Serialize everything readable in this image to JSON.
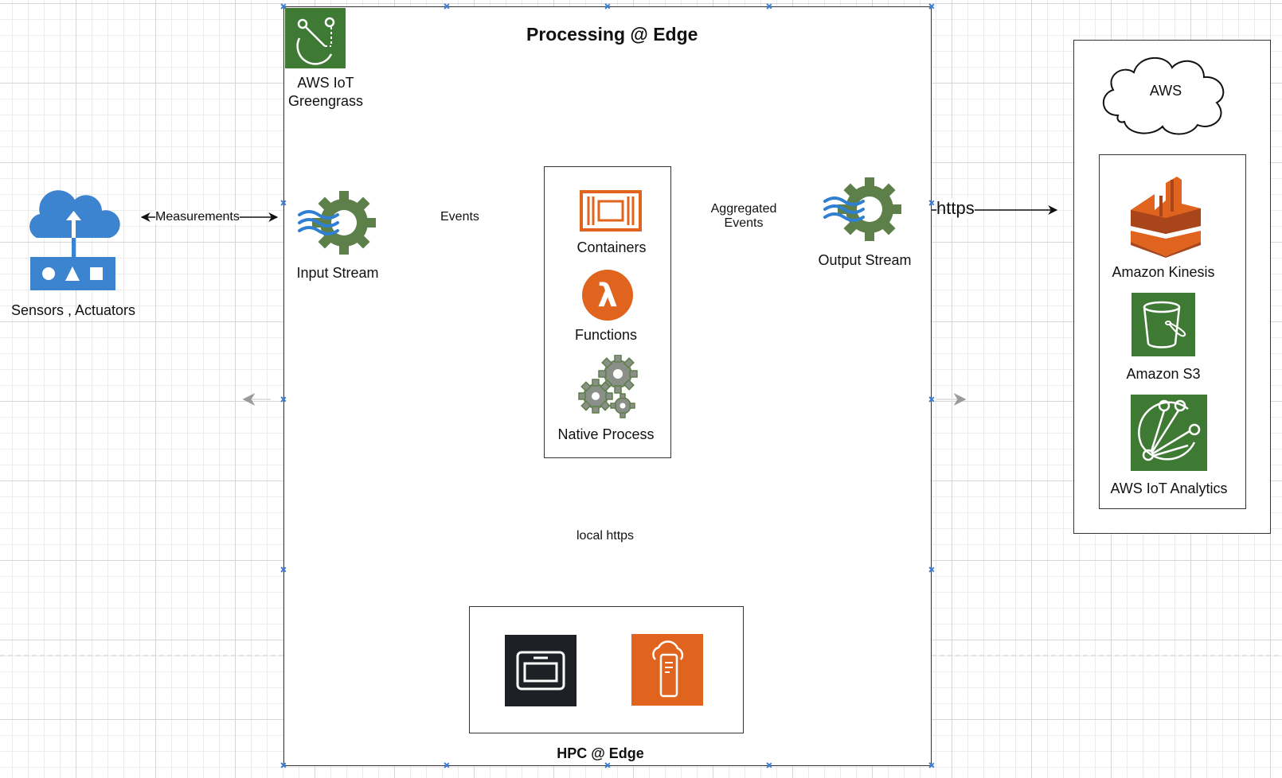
{
  "diagram": {
    "processing_title": "Processing @ Edge",
    "greengrass_label": "AWS IoT\nGreengrass",
    "sensors_label": "Sensors , Actuators",
    "input_stream_label": "Input Stream",
    "output_stream_label": "Output Stream",
    "containers_label": "Containers",
    "functions_label": "Functions",
    "native_process_label": "Native Process",
    "hpc_label": "HPC @ Edge",
    "aws_cloud_label": "AWS",
    "kinesis_label": "Amazon Kinesis",
    "s3_label": "Amazon S3",
    "iot_analytics_label": "AWS IoT Analytics",
    "edges": {
      "measurements": "Measurements",
      "events": "Events",
      "aggregated_events": "Aggregated\nEvents",
      "https": "https",
      "local_https": "local https"
    }
  },
  "colors": {
    "greengrass_green": "#3f7a35",
    "aws_orange": "#e0641e",
    "sensor_blue": "#3c84d0",
    "stream_gear_green": "#5d7f4a",
    "stream_wave_blue": "#2f7fd3",
    "gear_gray": "#8a8f88",
    "hpc_dark": "#1d2024"
  },
  "icons": {
    "greengrass": "greengrass-icon",
    "sensors": "iot-sensor-cloud-icon",
    "input_stream": "stream-gear-icon",
    "output_stream": "stream-gear-icon",
    "containers": "container-icon",
    "functions": "lambda-icon",
    "native_process": "gears-icon",
    "hpc_device": "edge-device-icon",
    "hpc_server": "outposts-server-icon",
    "aws": "cloud-icon",
    "kinesis": "kinesis-icon",
    "s3": "s3-bucket-icon",
    "iot_analytics": "iot-analytics-icon"
  }
}
